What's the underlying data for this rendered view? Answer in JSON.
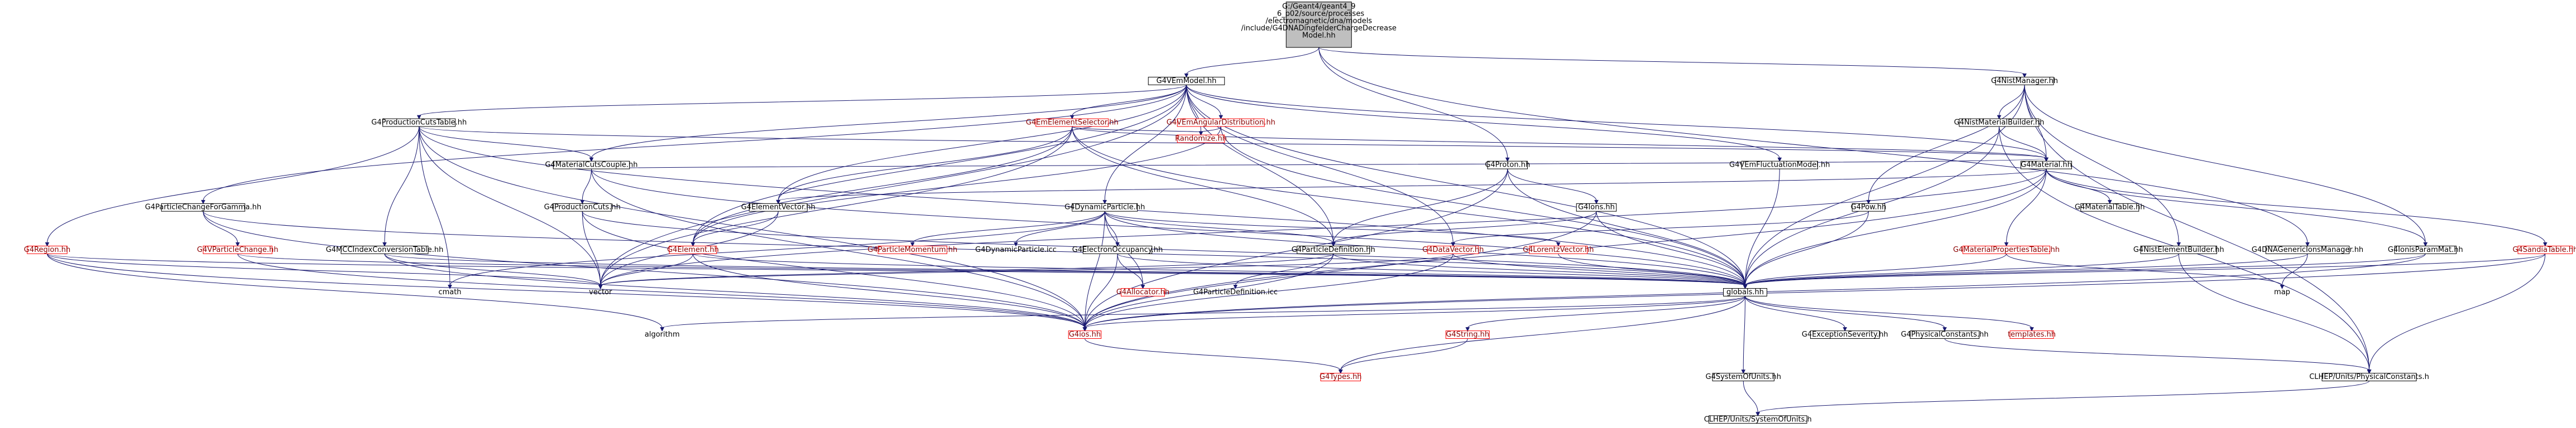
{
  "nodes": [
    {
      "id": "root",
      "lines": [
        "G:/Geant4/geant4_9",
        "_6_p02/source/processes",
        "/electromagnetic/dna/models",
        "/include/G4DNADingfelderChargeDecrease",
        "Model.hh"
      ],
      "style": "root"
    },
    {
      "id": "vemmodel",
      "lines": [
        "G4VEmModel.hh"
      ],
      "style": "plain"
    },
    {
      "id": "nistmgr",
      "lines": [
        "G4NistManager.hh"
      ],
      "style": "plain"
    },
    {
      "id": "prodcutstable",
      "lines": [
        "G4ProductionCutsTable.hh"
      ],
      "style": "plain"
    },
    {
      "id": "emelemsel",
      "lines": [
        "G4EmElementSelector.hh"
      ],
      "style": "red"
    },
    {
      "id": "vemang",
      "lines": [
        "G4VEmAngularDistribution.hh"
      ],
      "style": "red"
    },
    {
      "id": "randomize",
      "lines": [
        "Randomize.hh"
      ],
      "style": "red"
    },
    {
      "id": "nistmatbuilder",
      "lines": [
        "G4NistMaterialBuilder.hh"
      ],
      "style": "plain"
    },
    {
      "id": "matcutscouple",
      "lines": [
        "G4MaterialCutsCouple.hh"
      ],
      "style": "plain"
    },
    {
      "id": "vemfluct",
      "lines": [
        "G4VEmFluctuationModel.hh"
      ],
      "style": "plain"
    },
    {
      "id": "material",
      "lines": [
        "G4Material.hh"
      ],
      "style": "plain"
    },
    {
      "id": "proton",
      "lines": [
        "G4Proton.hh"
      ],
      "style": "plain"
    },
    {
      "id": "partchangegamma",
      "lines": [
        "G4ParticleChangeForGamma.hh"
      ],
      "style": "plain"
    },
    {
      "id": "prodcuts",
      "lines": [
        "G4ProductionCuts.hh"
      ],
      "style": "plain"
    },
    {
      "id": "elemvector",
      "lines": [
        "G4ElementVector.hh"
      ],
      "style": "plain"
    },
    {
      "id": "dynpart",
      "lines": [
        "G4DynamicParticle.hh"
      ],
      "style": "plain"
    },
    {
      "id": "ions",
      "lines": [
        "G4Ions.hh"
      ],
      "style": "plain"
    },
    {
      "id": "pow",
      "lines": [
        "G4Pow.hh"
      ],
      "style": "plain"
    },
    {
      "id": "mattable",
      "lines": [
        "G4MaterialTable.hh"
      ],
      "style": "plain"
    },
    {
      "id": "region",
      "lines": [
        "G4Region.hh"
      ],
      "style": "red"
    },
    {
      "id": "vpartchange",
      "lines": [
        "G4VParticleChange.hh"
      ],
      "style": "red"
    },
    {
      "id": "mcc",
      "lines": [
        "G4MCCIndexConversionTable.hh"
      ],
      "style": "plain"
    },
    {
      "id": "element",
      "lines": [
        "G4Element.hh"
      ],
      "style": "red"
    },
    {
      "id": "partmom",
      "lines": [
        "G4ParticleMomentum.hh"
      ],
      "style": "red"
    },
    {
      "id": "dynpartinl",
      "lines": [
        "G4DynamicParticle.icc"
      ],
      "style": "label"
    },
    {
      "id": "electocc",
      "lines": [
        "G4ElectronOccupancy.hh"
      ],
      "style": "plain"
    },
    {
      "id": "partdef",
      "lines": [
        "G4ParticleDefinition.hh"
      ],
      "style": "plain"
    },
    {
      "id": "datavector",
      "lines": [
        "G4DataVector.hh"
      ],
      "style": "red"
    },
    {
      "id": "lorentz",
      "lines": [
        "G4LorentzVector.hh"
      ],
      "style": "red"
    },
    {
      "id": "matprops",
      "lines": [
        "G4MaterialPropertiesTable.hh"
      ],
      "style": "red"
    },
    {
      "id": "nistelembuilder",
      "lines": [
        "G4NistElementBuilder.hh"
      ],
      "style": "plain"
    },
    {
      "id": "dnagen",
      "lines": [
        "G4DNAGenericIonsManager.hh"
      ],
      "style": "plain"
    },
    {
      "id": "ionparam",
      "lines": [
        "G4IonisParamMat.hh"
      ],
      "style": "plain"
    },
    {
      "id": "sandia",
      "lines": [
        "G4SandiaTable.hh"
      ],
      "style": "red"
    },
    {
      "id": "cmath",
      "lines": [
        "cmath"
      ],
      "style": "label"
    },
    {
      "id": "vector",
      "lines": [
        "vector"
      ],
      "style": "label"
    },
    {
      "id": "allocator",
      "lines": [
        "G4Allocator.hh"
      ],
      "style": "red"
    },
    {
      "id": "partdefinl",
      "lines": [
        "G4ParticleDefinition.icc"
      ],
      "style": "label"
    },
    {
      "id": "globals",
      "lines": [
        "globals.hh"
      ],
      "style": "plain"
    },
    {
      "id": "map",
      "lines": [
        "map"
      ],
      "style": "label"
    },
    {
      "id": "algorithm",
      "lines": [
        "algorithm"
      ],
      "style": "label"
    },
    {
      "id": "ios",
      "lines": [
        "G4ios.hh"
      ],
      "style": "red"
    },
    {
      "id": "string",
      "lines": [
        "G4String.hh"
      ],
      "style": "red"
    },
    {
      "id": "exception",
      "lines": [
        "G4ExceptionSeverity.hh"
      ],
      "style": "plain"
    },
    {
      "id": "physconst",
      "lines": [
        "G4PhysicalConstants.hh"
      ],
      "style": "plain"
    },
    {
      "id": "templates",
      "lines": [
        "templates.hh"
      ],
      "style": "red"
    },
    {
      "id": "types",
      "lines": [
        "G4Types.hh"
      ],
      "style": "red"
    },
    {
      "id": "sysunits",
      "lines": [
        "G4SystemOfUnits.hh"
      ],
      "style": "plain"
    },
    {
      "id": "clhepconst",
      "lines": [
        "CLHEP/Units/PhysicalConstants.h"
      ],
      "style": "plain"
    },
    {
      "id": "clhepunits",
      "lines": [
        "CLHEP/Units/SystemOfUnits.h"
      ],
      "style": "plain"
    }
  ],
  "edges": [
    [
      "root",
      "vemmodel"
    ],
    [
      "root",
      "nistmgr"
    ],
    [
      "root",
      "proton"
    ],
    [
      "root",
      "dnagen"
    ],
    [
      "vemmodel",
      "prodcutstable"
    ],
    [
      "vemmodel",
      "emelemsel"
    ],
    [
      "vemmodel",
      "vemang"
    ],
    [
      "vemmodel",
      "randomize"
    ],
    [
      "vemmodel",
      "matcutscouple"
    ],
    [
      "vemmodel",
      "vemfluct"
    ],
    [
      "vemmodel",
      "material"
    ],
    [
      "vemmodel",
      "partchangegamma"
    ],
    [
      "vemmodel",
      "elemvector"
    ],
    [
      "vemmodel",
      "dynpart"
    ],
    [
      "vemmodel",
      "element"
    ],
    [
      "vemmodel",
      "partdef"
    ],
    [
      "vemmodel",
      "datavector"
    ],
    [
      "vemmodel",
      "globals"
    ],
    [
      "vemmodel",
      "vector"
    ],
    [
      "nistmgr",
      "nistmatbuilder"
    ],
    [
      "nistmgr",
      "material"
    ],
    [
      "nistmgr",
      "pow"
    ],
    [
      "nistmgr",
      "nistelembuilder"
    ],
    [
      "nistmgr",
      "ionparam"
    ],
    [
      "nistmgr",
      "globals"
    ],
    [
      "nistmgr",
      "clhepconst"
    ],
    [
      "prodcutstable",
      "matcutscouple"
    ],
    [
      "prodcutstable",
      "region"
    ],
    [
      "prodcutstable",
      "mcc"
    ],
    [
      "prodcutstable",
      "material"
    ],
    [
      "prodcutstable",
      "vector"
    ],
    [
      "prodcutstable",
      "cmath"
    ],
    [
      "prodcutstable",
      "globals"
    ],
    [
      "prodcutstable",
      "ios"
    ],
    [
      "emelemsel",
      "randomize"
    ],
    [
      "emelemsel",
      "elemvector"
    ],
    [
      "emelemsel",
      "element"
    ],
    [
      "emelemsel",
      "material"
    ],
    [
      "emelemsel",
      "partdef"
    ],
    [
      "emelemsel",
      "globals"
    ],
    [
      "emelemsel",
      "vector"
    ],
    [
      "vemang",
      "randomize"
    ],
    [
      "vemang",
      "element"
    ],
    [
      "vemang",
      "globals"
    ],
    [
      "nistmatbuilder",
      "material"
    ],
    [
      "nistmatbuilder",
      "globals"
    ],
    [
      "nistmatbuilder",
      "clhepconst"
    ],
    [
      "matcutscouple",
      "prodcuts"
    ],
    [
      "matcutscouple",
      "material"
    ],
    [
      "matcutscouple",
      "globals"
    ],
    [
      "matcutscouple",
      "ios"
    ],
    [
      "vemfluct",
      "globals"
    ],
    [
      "material",
      "mattable"
    ],
    [
      "material",
      "elemvector"
    ],
    [
      "material",
      "matprops"
    ],
    [
      "material",
      "ionparam"
    ],
    [
      "material",
      "sandia"
    ],
    [
      "material",
      "globals"
    ],
    [
      "material",
      "ios"
    ],
    [
      "material",
      "vector"
    ],
    [
      "proton",
      "partdef"
    ],
    [
      "proton",
      "ions"
    ],
    [
      "proton",
      "globals"
    ],
    [
      "proton",
      "ios"
    ],
    [
      "partchangegamma",
      "vpartchange"
    ],
    [
      "partchangegamma",
      "globals"
    ],
    [
      "partchangegamma",
      "ios"
    ],
    [
      "prodcuts",
      "globals"
    ],
    [
      "prodcuts",
      "ios"
    ],
    [
      "prodcuts",
      "vector"
    ],
    [
      "elemvector",
      "element"
    ],
    [
      "elemvector",
      "vector"
    ],
    [
      "dynpart",
      "partmom"
    ],
    [
      "dynpart",
      "dynpartinl"
    ],
    [
      "dynpart",
      "electocc"
    ],
    [
      "dynpart",
      "partdef"
    ],
    [
      "dynpart",
      "lorentz"
    ],
    [
      "dynpart",
      "allocator"
    ],
    [
      "dynpart",
      "globals"
    ],
    [
      "dynpart",
      "ios"
    ],
    [
      "dynpart",
      "cmath"
    ],
    [
      "ions",
      "partdef"
    ],
    [
      "ions",
      "globals"
    ],
    [
      "ions",
      "ios"
    ],
    [
      "pow",
      "datavector"
    ],
    [
      "pow",
      "globals"
    ],
    [
      "region",
      "vector"
    ],
    [
      "region",
      "globals"
    ],
    [
      "region",
      "ios"
    ],
    [
      "region",
      "algorithm"
    ],
    [
      "vpartchange",
      "globals"
    ],
    [
      "vpartchange",
      "ios"
    ],
    [
      "mcc",
      "vector"
    ],
    [
      "mcc",
      "globals"
    ],
    [
      "mcc",
      "ios"
    ],
    [
      "element",
      "vector"
    ],
    [
      "element",
      "globals"
    ],
    [
      "element",
      "ios"
    ],
    [
      "electocc",
      "allocator"
    ],
    [
      "electocc",
      "globals"
    ],
    [
      "electocc",
      "ios"
    ],
    [
      "partdef",
      "vector"
    ],
    [
      "partdef",
      "partdefinl"
    ],
    [
      "partdef",
      "globals"
    ],
    [
      "partdef",
      "ios"
    ],
    [
      "datavector",
      "vector"
    ],
    [
      "datavector",
      "globals"
    ],
    [
      "datavector",
      "ios"
    ],
    [
      "lorentz",
      "globals"
    ],
    [
      "matprops",
      "map"
    ],
    [
      "matprops",
      "globals"
    ],
    [
      "nistelembuilder",
      "globals"
    ],
    [
      "nistelembuilder",
      "clhepconst"
    ],
    [
      "dnagen",
      "map"
    ],
    [
      "dnagen",
      "globals"
    ],
    [
      "ionparam",
      "globals"
    ],
    [
      "ionparam",
      "ios"
    ],
    [
      "sandia",
      "globals"
    ],
    [
      "sandia",
      "ios"
    ],
    [
      "sandia",
      "clhepconst"
    ],
    [
      "globals",
      "ios"
    ],
    [
      "globals",
      "string"
    ],
    [
      "globals",
      "exception"
    ],
    [
      "globals",
      "physconst"
    ],
    [
      "globals",
      "templates"
    ],
    [
      "globals",
      "types"
    ],
    [
      "globals",
      "sysunits"
    ],
    [
      "globals",
      "algorithm"
    ],
    [
      "ios",
      "types"
    ],
    [
      "string",
      "types"
    ],
    [
      "physconst",
      "clhepconst"
    ],
    [
      "sysunits",
      "clhepunits"
    ],
    [
      "clhepconst",
      "clhepunits"
    ]
  ]
}
